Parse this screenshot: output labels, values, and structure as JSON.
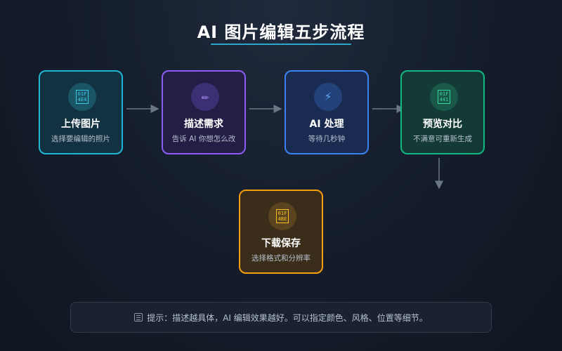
{
  "title": "AI 图片编辑五步流程",
  "steps": [
    {
      "name": "上传图片",
      "desc": "选择要编辑的照片",
      "icon": "image-icon",
      "glyph": "01F 4E4",
      "color": "#1fb6d5"
    },
    {
      "name": "描述需求",
      "desc": "告诉 AI 你想怎么改",
      "icon": "pencil-icon",
      "glyph": "✏",
      "color": "#8b5cf6"
    },
    {
      "name": "AI 处理",
      "desc": "等待几秒钟",
      "icon": "lightning-icon",
      "glyph": "⚡",
      "color": "#3b82f6"
    },
    {
      "name": "预览对比",
      "desc": "不满意可重新生成",
      "icon": "compare-icon",
      "glyph": "01F 441",
      "color": "#10b981"
    },
    {
      "name": "下载保存",
      "desc": "选择格式和分辨率",
      "icon": "save-icon",
      "glyph": "01F 4BE",
      "color": "#f59e0b"
    }
  ],
  "tip": {
    "icon": "tip-icon",
    "text": "提示：描述越具体，AI 编辑效果越好。可以指定颜色、风格、位置等细节。"
  },
  "colors": {
    "background": "#141c2b",
    "accent": "#2aa7c9",
    "arrow": "#6b7686"
  }
}
